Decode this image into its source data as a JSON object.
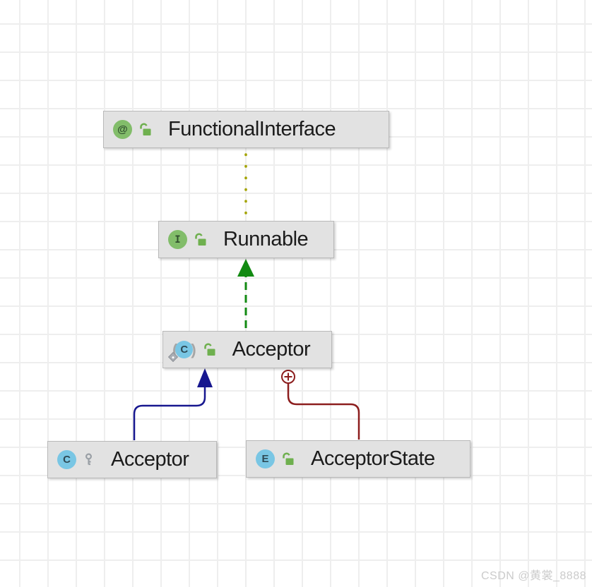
{
  "app": "IntelliJ IDEA UML class diagram view",
  "watermark": "CSDN @黄裳_8888",
  "nodes": [
    {
      "id": "functional-interface",
      "label": "FunctionalInterface",
      "kind": "annotation",
      "icon_glyph": "@",
      "modifier": "public-unlocked"
    },
    {
      "id": "runnable",
      "label": "Runnable",
      "kind": "interface",
      "icon_glyph": "I",
      "modifier": "public-unlocked"
    },
    {
      "id": "acceptor-main",
      "label": "Acceptor",
      "kind": "anonymous-class",
      "icon_glyph": "C",
      "paren_open": "(",
      "paren_close": ")",
      "modifier": "public-unlocked"
    },
    {
      "id": "acceptor-nested",
      "label": "Acceptor",
      "kind": "class",
      "icon_glyph": "C",
      "modifier": "package-private-key"
    },
    {
      "id": "acceptor-state",
      "label": "AcceptorState",
      "kind": "enum",
      "icon_glyph": "E",
      "modifier": "public-unlocked"
    }
  ],
  "edges": [
    {
      "from": "FunctionalInterface",
      "to": "Runnable",
      "type": "annotation-dependency",
      "style": "dotted",
      "color": "#a3a300"
    },
    {
      "from": "Acceptor",
      "to": "Runnable",
      "type": "implements",
      "style": "dashed",
      "color": "#128a12"
    },
    {
      "from": "Acceptor (nested)",
      "to": "Acceptor",
      "type": "generalization",
      "style": "solid",
      "color": "#17178f"
    },
    {
      "from": "Acceptor",
      "to": "AcceptorState",
      "type": "inner-class",
      "style": "solid",
      "color": "#8c1d1d"
    }
  ],
  "colors": {
    "node_fill": "#e2e2e2",
    "node_border": "#b9b9b9",
    "icon_green": "#82bd6a",
    "icon_blue": "#79c6e4",
    "lock_green": "#6fb04f",
    "key_gray": "#9aa0a6",
    "grid": "#eeeeee",
    "watermark": "#cbcbcb"
  }
}
